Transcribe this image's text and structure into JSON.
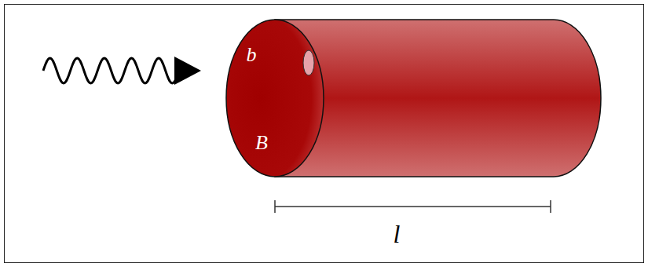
{
  "diagram": {
    "labels": [
      "b",
      "B",
      "l"
    ]
  }
}
